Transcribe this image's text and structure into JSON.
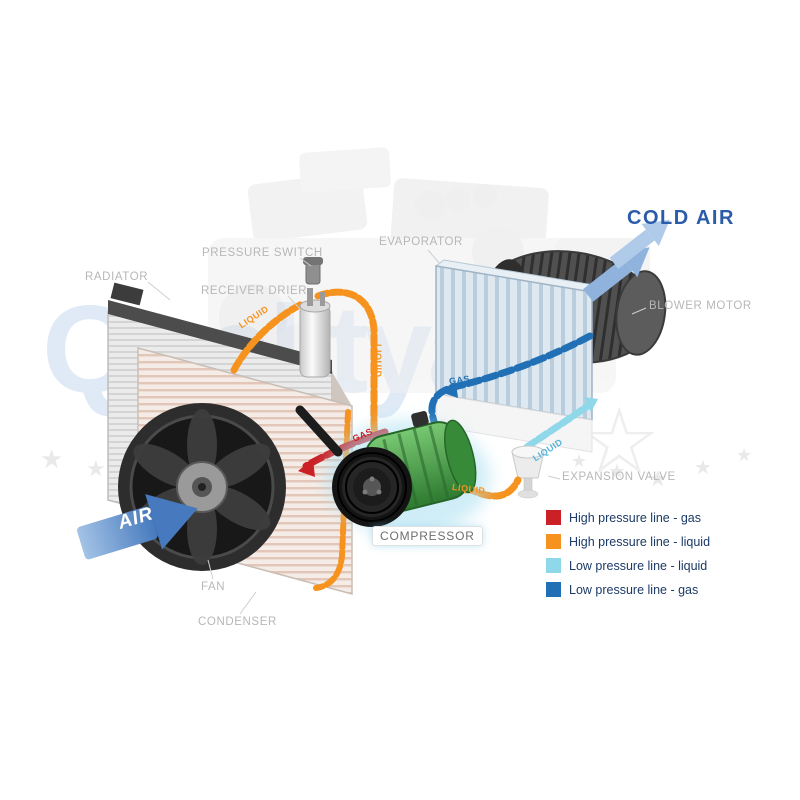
{
  "watermark": {
    "text": "Qualityair"
  },
  "decor": {
    "star": "★",
    "star_outline": "☆"
  },
  "labels": {
    "radiator": "RADIATOR",
    "pressure_switch": "PRESSURE SWITCH",
    "receiver_drier": "RECEIVER DRIER",
    "evaporator": "EVAPORATOR",
    "blower_motor": "BLOWER MOTOR",
    "expansion_valve": "EXPANSION VALVE",
    "compressor": "COMPRESSOR",
    "fan": "FAN",
    "condenser": "CONDENSER",
    "cold_air": "COLD AIR",
    "air": "AIR"
  },
  "flow_labels": {
    "condenser_to_drier": "LIQUID",
    "drier_down": "LIQUID",
    "to_expansion_valve": "LIQUID",
    "expansion_to_evaporator": "LIQUID",
    "evaporator_out": "GAS",
    "compressor_out": "GAS"
  },
  "legend": {
    "items": [
      {
        "label": "High pressure line - gas",
        "color": "#cb2026"
      },
      {
        "label": "High pressure line - liquid",
        "color": "#f6921e"
      },
      {
        "label": "Low pressure line - liquid",
        "color": "#8ed8ea"
      },
      {
        "label": "Low pressure line -  gas",
        "color": "#2170b5"
      }
    ]
  },
  "colors": {
    "high_gas": "#cb2026",
    "high_liquid": "#f6921e",
    "low_liquid": "#8ed8ea",
    "low_gas": "#2170b5",
    "cold_air_text": "#2a5caa",
    "label_gray": "#b7b7b7",
    "legend_text": "#1c3a66",
    "compressor_green": "#3f9e3f"
  }
}
